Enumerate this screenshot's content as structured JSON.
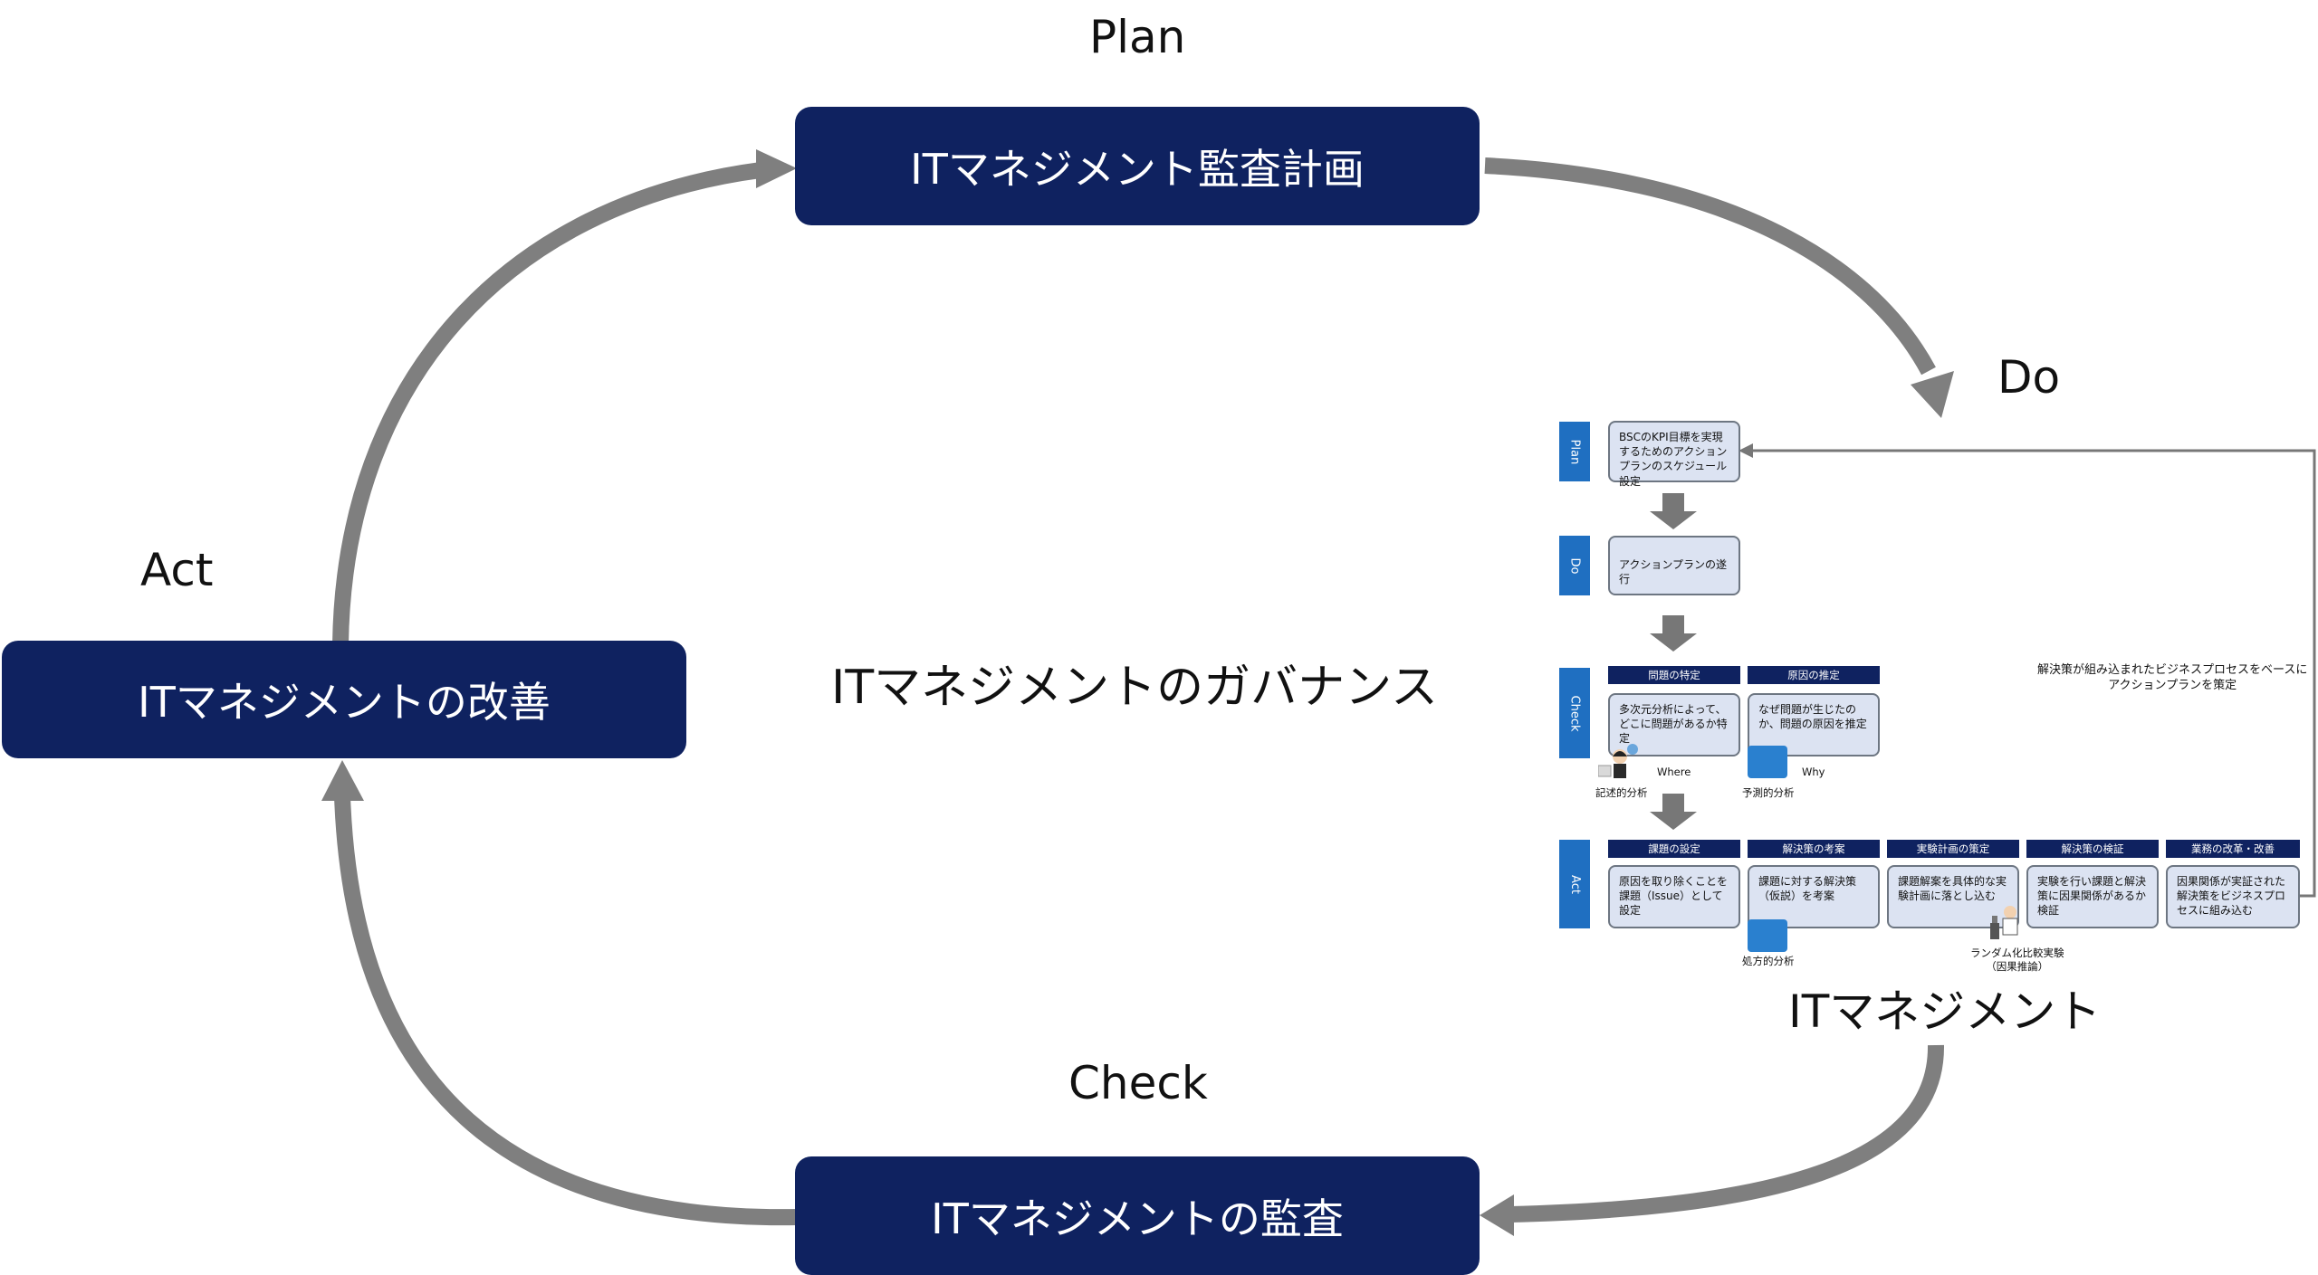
{
  "phases": {
    "plan": "Plan",
    "do": "Do",
    "check": "Check",
    "act": "Act"
  },
  "boxes": {
    "plan": "ITマネジメント監査計画",
    "act": "ITマネジメントの改善",
    "check": "ITマネジメントの監査"
  },
  "center_title": "ITマネジメントのガバナンス",
  "inner": {
    "caption": "ITマネジメント",
    "tabs": {
      "plan": "Plan",
      "do": "Do",
      "check": "Check",
      "act": "Act"
    },
    "plan_step": "BSCのKPI目標を実現するためのアクションプランのスケジュール設定",
    "do_step": "アクションプランの遂行",
    "check_headers": [
      "問題の特定",
      "原因の推定"
    ],
    "check_steps": [
      "多次元分析によって、どこに問題があるか特定",
      "なぜ問題が生じたのか、問題の原因を推定"
    ],
    "check_tags": {
      "where": "Where",
      "why": "Why",
      "descriptive": "記述的分析",
      "predictive": "予測的分析"
    },
    "act_headers": [
      "課題の設定",
      "解決策の考案",
      "実験計画の策定",
      "解決策の検証",
      "業務の改革・改善"
    ],
    "act_steps": [
      "原因を取り除くことを課題（Issue）として設定",
      "課題に対する解決策（仮説）を考案",
      "課題解案を具体的な実験計画に落とし込む",
      "実験を行い課題と解決策に因果関係があるか検証",
      "因果関係が実証された解決策をビジネスプロセスに組み込む"
    ],
    "act_tags": {
      "prescriptive": "処方的分析",
      "rct": "ランダム化比較実験\n（因果推論）"
    },
    "feedback_note": "解決策が組み込まれたビジネスプロセスをベースに\nアクションプランを策定"
  },
  "colors": {
    "box": "#0f2260",
    "arrow": "#7f7f7f",
    "tab": "#1f6fc1",
    "step": "#dce3f2"
  }
}
